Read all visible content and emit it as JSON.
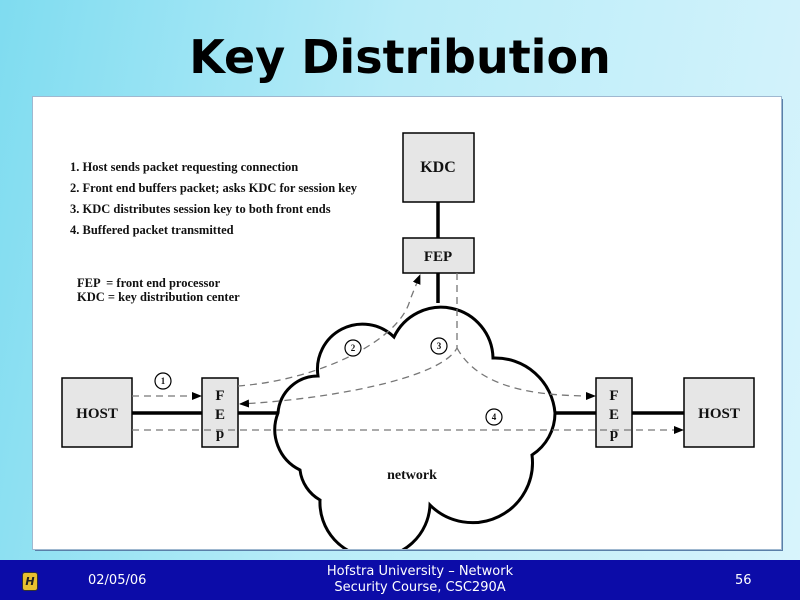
{
  "title": "Key Distribution",
  "diagram": {
    "steps": [
      "1. Host sends packet requesting connection",
      "2. Front end buffers packet; asks KDC for session key",
      "3. KDC distributes session key to both front ends",
      "4. Buffered packet transmitted"
    ],
    "legend": [
      "FEP  = front end processor",
      "KDC = key distribution center"
    ],
    "kdc": "KDC",
    "fep": "FEP",
    "host_left": "HOST",
    "host_right": "HOST",
    "fep_letters": [
      "F",
      "E",
      "p"
    ],
    "network": "network",
    "markers": [
      "1",
      "2",
      "3",
      "4"
    ]
  },
  "footer": {
    "date": "02/05/06",
    "course_line1": "Hofstra University – Network",
    "course_line2": "Security Course, CSC290A",
    "page": "56",
    "logo": "H"
  }
}
